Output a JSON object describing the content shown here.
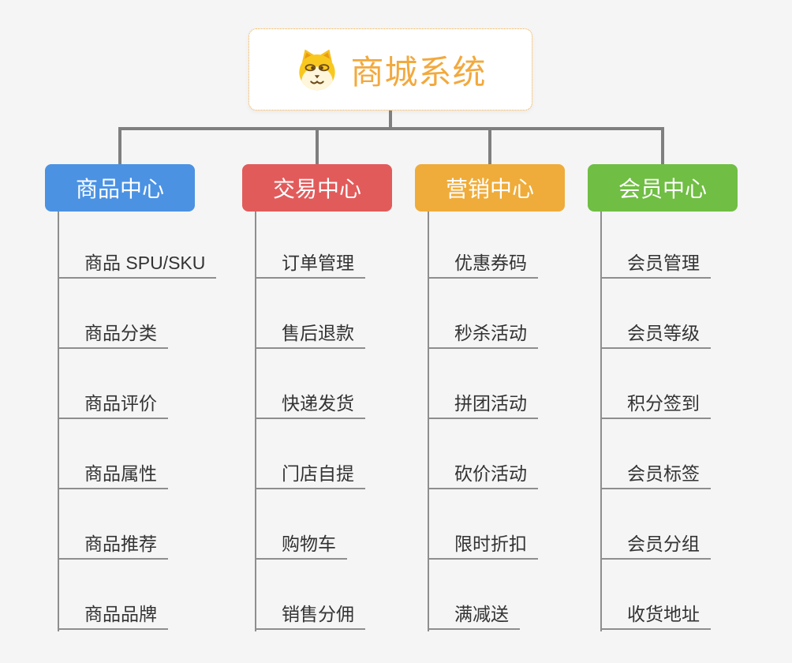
{
  "root": {
    "title": "商城系统",
    "icon": "shiba-dog-icon",
    "border_color": "#F3A73B",
    "title_color": "#F2A93E"
  },
  "branches": [
    {
      "label": "商品中心",
      "color": "#4B92E3",
      "children": [
        "商品 SPU/SKU",
        "商品分类",
        "商品评价",
        "商品属性",
        "商品推荐",
        "商品品牌"
      ]
    },
    {
      "label": "交易中心",
      "color": "#E25B5B",
      "children": [
        "订单管理",
        "售后退款",
        "快递发货",
        "门店自提",
        "购物车",
        "销售分佣"
      ]
    },
    {
      "label": "营销中心",
      "color": "#EFAC3A",
      "children": [
        "优惠券码",
        "秒杀活动",
        "拼团活动",
        "砍价活动",
        "限时折扣",
        "满减送"
      ]
    },
    {
      "label": "会员中心",
      "color": "#70BE44",
      "children": [
        "会员管理",
        "会员等级",
        "积分签到",
        "会员标签",
        "会员分组",
        "收货地址"
      ]
    }
  ],
  "colors": {
    "background": "#F5F5F5",
    "connector": "#7F7F7F",
    "child_line": "#8E8E8E",
    "item_text": "#333333",
    "branch_text": "#FFFFFF"
  }
}
